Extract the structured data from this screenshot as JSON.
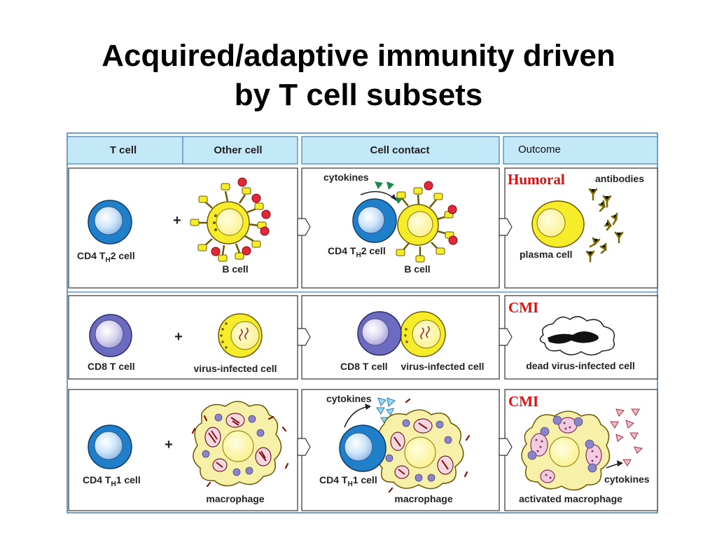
{
  "title": {
    "line1": "Acquired/adaptive immunity driven",
    "line2": "by T cell subsets"
  },
  "headers": {
    "t_cell": "T cell",
    "other_cell": "Other cell",
    "cell_contact": "Cell contact",
    "outcome": "Outcome"
  },
  "rows": [
    {
      "t_cell": {
        "main": "CD4 T",
        "sub": "H",
        "tail": "2 cell"
      },
      "other_cell": "B cell",
      "contact_cytokines": "cytokines",
      "contact_t": {
        "main": "CD4 T",
        "sub": "H",
        "tail": "2 cell"
      },
      "contact_other": "B cell",
      "outcome_tag": "Humoral",
      "outcome_labels": [
        "antibodies",
        "plasma cell"
      ]
    },
    {
      "t_cell": {
        "main": "CD8 T cell",
        "sub": "",
        "tail": ""
      },
      "other_cell": "virus-infected cell",
      "contact_t": {
        "main": "CD8 T cell",
        "sub": "",
        "tail": ""
      },
      "contact_other": "virus-infected cell",
      "outcome_tag": "CMI",
      "outcome_labels": [
        "dead virus-infected cell"
      ]
    },
    {
      "t_cell": {
        "main": "CD4 T",
        "sub": "H",
        "tail": "1 cell"
      },
      "other_cell": "macrophage",
      "contact_cytokines": "cytokines",
      "contact_t": {
        "main": "CD4 T",
        "sub": "H",
        "tail": "1 cell"
      },
      "contact_other": "macrophage",
      "outcome_tag": "CMI",
      "outcome_labels": [
        "cytokines",
        "activated macrophage"
      ]
    }
  ],
  "plus_sign": "+",
  "colors": {
    "header_fill": "#c3e8f8",
    "frame": "#3f7dba",
    "cd4_cell": "#1f7fc8",
    "cd8_cell": "#6b6bc0",
    "b_cell": "#f7ec2a",
    "macrophage": "#f6f0a8",
    "antigen": "#e02a3a",
    "tag_red": "#e01010"
  }
}
